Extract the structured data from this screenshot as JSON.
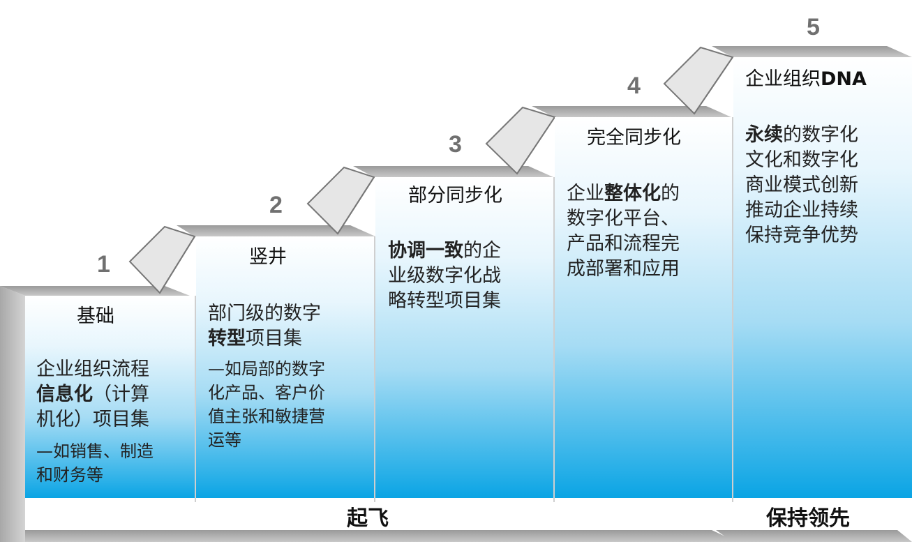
{
  "steps": [
    {
      "number": "1",
      "title": "基础",
      "body": [
        [
          {
            "t": "企业组织流程",
            "b": false
          }
        ],
        [
          {
            "t": "信息化",
            "b": true
          },
          {
            "t": "（计算",
            "b": false
          }
        ],
        [
          {
            "t": "机化）项目集",
            "b": false
          }
        ]
      ],
      "sub": [
        "—如销售、制造",
        "和财务等"
      ]
    },
    {
      "number": "2",
      "title": "竖井",
      "body": [
        [
          {
            "t": "部门级的数字",
            "b": false
          }
        ],
        [
          {
            "t": "转型",
            "b": true
          },
          {
            "t": "项目集",
            "b": false
          }
        ]
      ],
      "sub": [
        "—如局部的数字",
        "化产品、客户价",
        "值主张和敏捷营",
        "运等"
      ]
    },
    {
      "number": "3",
      "title": "部分同步化",
      "body": [
        [
          {
            "t": "协调一致",
            "b": true
          },
          {
            "t": "的企",
            "b": false
          }
        ],
        [
          {
            "t": "业级数字化战",
            "b": false
          }
        ],
        [
          {
            "t": "略转型项目集",
            "b": false
          }
        ]
      ],
      "sub": []
    },
    {
      "number": "4",
      "title": "完全同步化",
      "body": [
        [
          {
            "t": "企业",
            "b": false
          },
          {
            "t": "整体化",
            "b": true
          },
          {
            "t": "的",
            "b": false
          }
        ],
        [
          {
            "t": "数字化平台、",
            "b": false
          }
        ],
        [
          {
            "t": "产品和流程完",
            "b": false
          }
        ],
        [
          {
            "t": "成部署和应用",
            "b": false
          }
        ]
      ],
      "sub": []
    },
    {
      "number": "5",
      "title_parts": [
        {
          "t": "企业组织",
          "b": false
        },
        {
          "t": "DNA",
          "b": true
        }
      ],
      "body": [
        [
          {
            "t": "永续",
            "b": true
          },
          {
            "t": "的数字化",
            "b": false
          }
        ],
        [
          {
            "t": "文化和数字化",
            "b": false
          }
        ],
        [
          {
            "t": "商业模式创新",
            "b": false
          }
        ],
        [
          {
            "t": "推动企业持续",
            "b": false
          }
        ],
        [
          {
            "t": "保持竞争优势",
            "b": false
          }
        ]
      ],
      "sub": []
    }
  ],
  "phases": {
    "takeoff": "起飞",
    "lead": "保持领先"
  },
  "colors": {
    "step_top": "#ffffff",
    "step_bottom": "#0aa4e4",
    "frame_gray": "#b3b3b3",
    "frame_dark": "#8c8c8c",
    "number_gray": "#707070"
  }
}
